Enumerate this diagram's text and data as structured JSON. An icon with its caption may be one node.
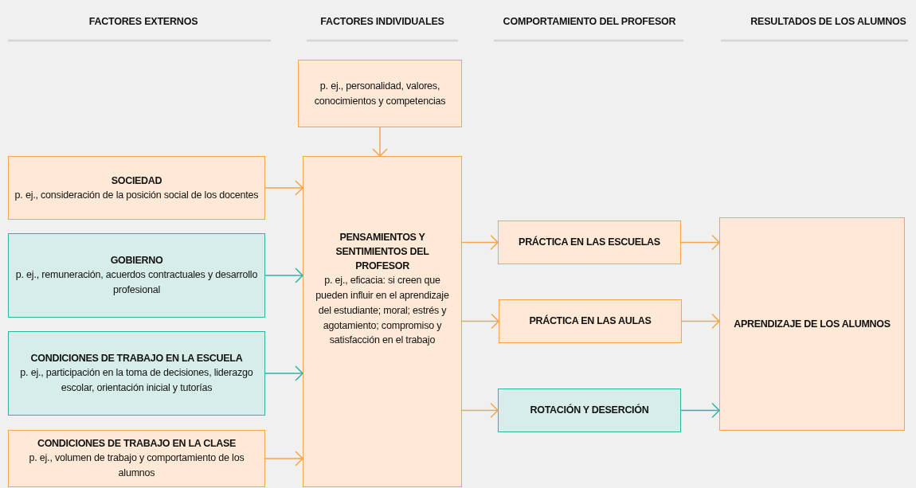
{
  "diagram": {
    "nodes": [
      {
        "text": [
          "p. ej., personalidad, valores, conocimientos y competencias"
        ]
      },
      {
        "text": [
          "SOCIEDAD",
          "p. ej., consideración de la posición social de los docentes"
        ]
      },
      {
        "text": [
          "GOBIERNO",
          "p. ej., remuneración, acuerdos contractuales y desarrollo profesional"
        ]
      },
      {
        "text": [
          "CONDICIONES DE TRABAJO EN LA ESCUELA",
          "p. ej., participación en la toma de decisiones, liderazgo escolar, orientación inicial y tutorías"
        ]
      },
      {
        "text": [
          "CONDICIONES DE TRABAJO EN LA CLASE",
          "p. ej., volumen de trabajo y comportamiento de los alumnos"
        ]
      },
      {
        "text": [
          "PENSAMIENTOS Y SENTIMIENTOS DEL PROFESOR",
          "p. ej., eficacia: si creen que pueden influir en el aprendizaje del estudiante; moral; estrés y agotamiento; compromiso y satisfacción en el trabajo"
        ]
      },
      {
        "text": [
          "PRÁCTICA EN LAS ESCUELAS"
        ]
      },
      {
        "text": [
          "PRÁCTICA EN LAS AULAS"
        ]
      },
      {
        "text": [
          "ROTACIÓN Y DESERCIÓN"
        ]
      },
      {
        "text": [
          "APRENDIZAJE DE LOS ALUMNOS"
        ]
      }
    ],
    "edges": [
      {
        "from": 0,
        "to": 5,
        "arrow": "to"
      },
      {
        "from": 1,
        "to": 5,
        "arrow": "to"
      },
      {
        "from": 2,
        "to": 5,
        "arrow": "to",
        "color": "#2bb5aa"
      },
      {
        "from": 3,
        "to": 5,
        "arrow": "to",
        "color": "#2bb5aa"
      },
      {
        "from": 4,
        "to": 5,
        "arrow": "to"
      },
      {
        "from": 5,
        "to": 6,
        "arrow": "to"
      },
      {
        "from": 5,
        "to": 7,
        "arrow": "to"
      },
      {
        "from": 5,
        "to": 8,
        "arrow": "to"
      },
      {
        "from": 6,
        "to": 9,
        "arrow": "to"
      },
      {
        "from": 7,
        "to": 9,
        "arrow": "to"
      },
      {
        "from": 8,
        "to": 9,
        "arrow": "to",
        "color": "#2bb5aa"
      }
    ],
    "labels": [
      "FACTORES EXTERNOS",
      "FACTORES INDIVIDUALES",
      "COMPORTAMIENTO DEL PROFESOR",
      "RESULTADOS DE LOS ALUMNOS"
    ]
  }
}
